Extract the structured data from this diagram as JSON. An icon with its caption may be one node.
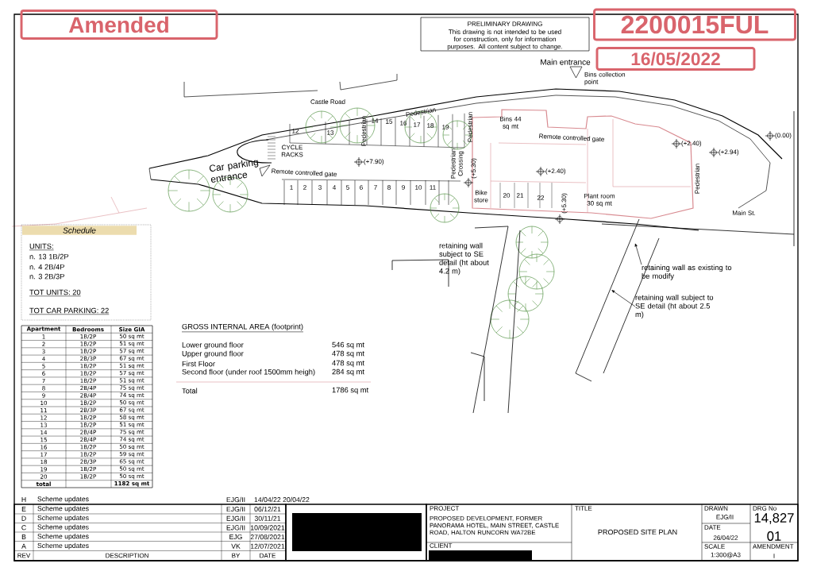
{
  "diagram": {
    "nodes": [
      {
        "text": [
          "Amended"
        ]
      },
      {
        "text": [
          "2200015FUL"
        ]
      },
      {
        "text": [
          "16/05/2022"
        ]
      },
      {
        "text": [
          "retaining wall subject to SE detail (ht about 4.2 m)"
        ]
      },
      {
        "text": [
          "retaining wall as existing to be modify"
        ]
      },
      {
        "text": [
          "retaining wall subject to SE detail (ht about 2.5 m)"
        ]
      }
    ],
    "edges": [
      {
        "from": 4,
        "to": null,
        "arrow": "to"
      },
      {
        "from": 5,
        "to": null,
        "arrow": "to"
      }
    ],
    "labels": [
      "Main entrance",
      "Bins collection point",
      "Castle Road",
      "Pedestrian",
      "12",
      "13",
      "14",
      "15",
      "16",
      "17",
      "18",
      "19",
      "Pedestrian",
      "Pedestrian",
      "Pedestrian Crossing",
      "CYCLE RACKS",
      "Car parking entrance",
      "Remote controlled gate",
      "(+7.90)",
      "(+5.30)",
      "1",
      "2",
      "3",
      "4",
      "5",
      "6",
      "7",
      "8",
      "9",
      "10",
      "11",
      "Bins 44 sq mt",
      "Remote controlled gate",
      "(+2.40)",
      "Bike store",
      "20",
      "21",
      "22",
      "(+5.30)",
      "Plant room 30 sq mt",
      "(+2.40)",
      "(+2.94)",
      "(0.00)",
      "Pedestrian",
      "Main St.",
      "PRELIMINARY DRAWING",
      "This drawing is not intended to be used for construction, only for information purposes. All content subject to change.",
      "Schedule",
      "UNITS:",
      "n. 13 1B/2P",
      "n. 4 2B/4P",
      "n. 3 2B/3P",
      "TOT UNITS: 20",
      "TOT CAR PARKING: 22",
      "Apartment",
      "Bedrooms",
      "Size GIA",
      "1",
      "1B/2P",
      "50 sq mt",
      "2",
      "1B/2P",
      "51 sq mt",
      "3",
      "1B/2P",
      "57 sq mt",
      "4",
      "2B/3P",
      "67 sq mt",
      "5",
      "1B/2P",
      "51 sq mt",
      "6",
      "1B/2P",
      "57 sq mt",
      "7",
      "1B/2P",
      "51 sq mt",
      "8",
      "2B/4P",
      "75 sq mt",
      "9",
      "2B/4P",
      "74 sq mt",
      "10",
      "1B/2P",
      "50 sq mt",
      "11",
      "2B/3P",
      "67 sq mt",
      "12",
      "1B/2P",
      "58 sq mt",
      "13",
      "1B/2P",
      "51 sq mt",
      "14",
      "2B/4P",
      "75 sq mt",
      "15",
      "2B/4P",
      "74 sq mt",
      "16",
      "1B/2P",
      "50 sq mt",
      "17",
      "1B/2P",
      "59 sq mt",
      "18",
      "2B/3P",
      "65 sq mt",
      "19",
      "1B/2P",
      "50 sq mt",
      "20",
      "1B/2P",
      "50 sq mt",
      "total",
      "1182 sq mt",
      "GROSS INTERNAL AREA (footprint)",
      "Lower ground floor",
      "546 sq mt",
      "Upper ground floor",
      "478 sq mt",
      "First Floor",
      "478 sq mt",
      "Second floor (under roof 1500mm heigh)",
      "284 sq mt",
      "Total",
      "1786 sq mt",
      "H",
      "Scheme updates",
      "EJG/II",
      "14/04/22 20/04/22",
      "E",
      "Scheme updates",
      "EJG/II",
      "06/12/21",
      "D",
      "Scheme updates",
      "EJG/II",
      "30/11/21",
      "C",
      "Scheme updates",
      "EJG/II",
      "10/09/2021",
      "B",
      "Scheme updates",
      "EJG",
      "27/08/2021",
      "A",
      "Scheme updates",
      "VK",
      "12/07/2021",
      "REV",
      "DESCRIPTION",
      "BY",
      "DATE",
      "PROJECT",
      "PROPOSED DEVELOPMENT, FORMER PANORAMA HOTEL, MAIN STREET, CASTLE ROAD, HALTON RUNCORN WA72BE",
      "CLIENT",
      "TITLE",
      "PROPOSED SITE PLAN",
      "DRAWN",
      "EJG/II",
      "DATE",
      "26/04/22",
      "SCALE",
      "1:300@A3",
      "DRG No",
      "14,827",
      "01",
      "AMENDMENT",
      "I"
    ]
  }
}
